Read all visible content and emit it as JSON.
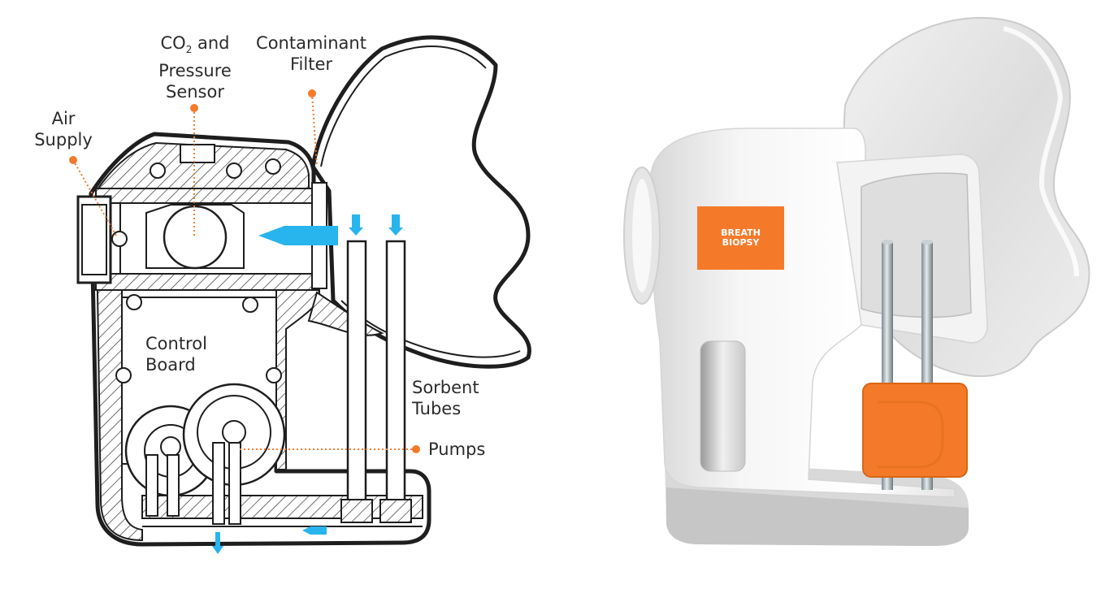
{
  "labels": {
    "co2_sensor": {
      "line1": "CO",
      "sub": "2",
      "line1_rest": " and",
      "line2": "Pressure",
      "line3": "Sensor"
    },
    "filter": {
      "line1": "Contaminant",
      "line2": "Filter"
    },
    "air_supply": {
      "line1": "Air",
      "line2": "Supply"
    },
    "control_board": {
      "line1": "Control",
      "line2": "Board"
    },
    "sorbent_tubes": {
      "line1": "Sorbent",
      "line2": "Tubes"
    },
    "pumps": {
      "line1": "Pumps"
    }
  },
  "product": {
    "brand_line1": "BREATH",
    "brand_line2": "BIOPSY"
  },
  "colors": {
    "accent_orange": "#f47a2a",
    "flow_blue": "#28b4ec",
    "outline": "#1e1e1e"
  }
}
